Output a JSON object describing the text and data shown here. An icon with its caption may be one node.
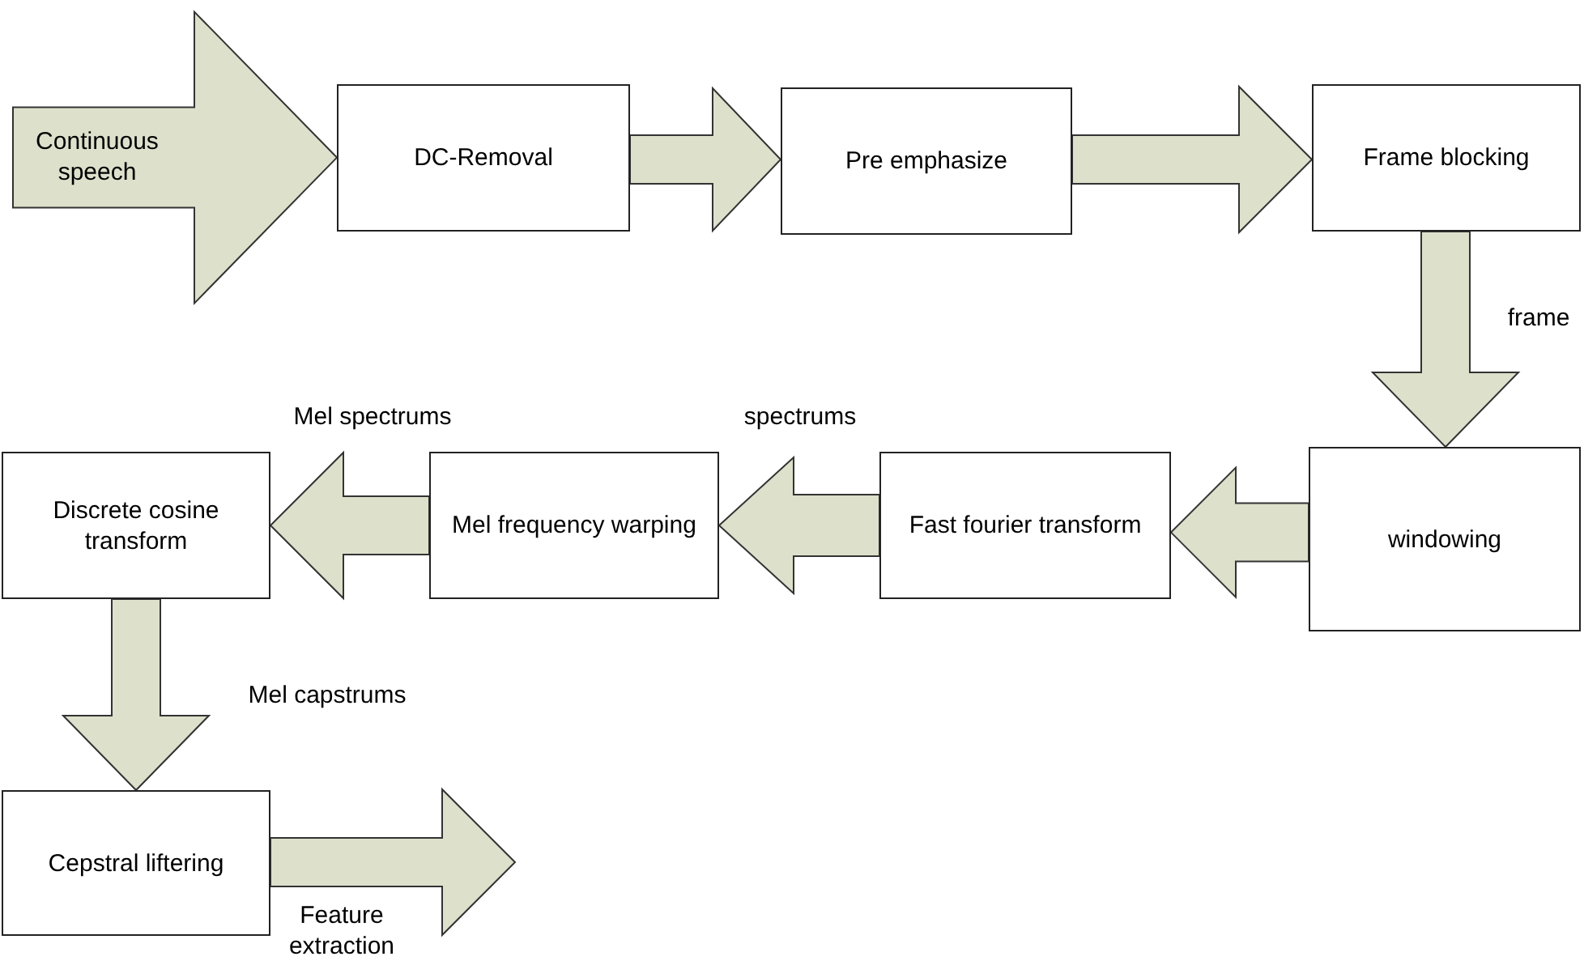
{
  "diagram": {
    "nodes": [
      {
        "text": [
          "DC-Removal"
        ]
      },
      {
        "text": [
          "Pre emphasize"
        ]
      },
      {
        "text": [
          "Frame blocking"
        ]
      },
      {
        "text": [
          "windowing"
        ]
      },
      {
        "text": [
          "Fast fourier transform"
        ]
      },
      {
        "text": [
          "Mel frequency warping"
        ]
      },
      {
        "text": [
          "Discrete cosine transform"
        ]
      },
      {
        "text": [
          "Cepstral liftering"
        ]
      }
    ],
    "edges": [
      {
        "from": null,
        "to": 0,
        "arrow": "to",
        "label": "Continuous speech"
      },
      {
        "from": 0,
        "to": 1,
        "arrow": "to"
      },
      {
        "from": 1,
        "to": 2,
        "arrow": "to"
      },
      {
        "from": 2,
        "to": 3,
        "arrow": "to",
        "label": "frame"
      },
      {
        "from": 3,
        "to": 4,
        "arrow": "to"
      },
      {
        "from": 4,
        "to": 5,
        "arrow": "to",
        "label": "spectrums"
      },
      {
        "from": 5,
        "to": 6,
        "arrow": "to",
        "label": "Mel spectrums"
      },
      {
        "from": 6,
        "to": 7,
        "arrow": "to",
        "label": "Mel capstrums"
      },
      {
        "from": 7,
        "to": null,
        "arrow": "to",
        "label": "Feature extraction"
      }
    ]
  }
}
